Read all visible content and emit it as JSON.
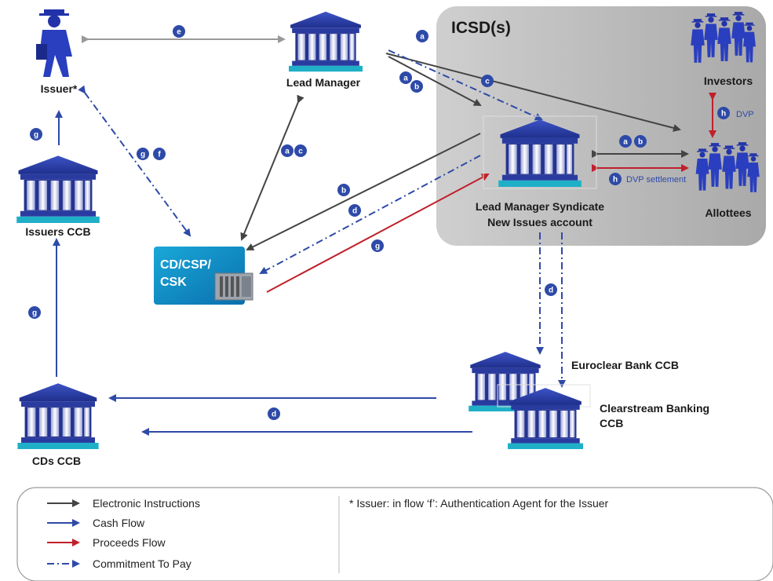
{
  "icsd": {
    "title": "ICSD(s)"
  },
  "nodes": {
    "issuer": "Issuer*",
    "lead_manager": "Lead Manager",
    "syndicate_line1": "Lead Manager Syndicate",
    "syndicate_line2": "New Issues account",
    "investors": "Investors",
    "allottees": "Allottees",
    "issuers_ccb": "Issuers CCB",
    "cd_line1": "CD/CSP/",
    "cd_line2": "CSK",
    "cds_ccb": "CDs CCB",
    "euroclear": "Euroclear Bank CCB",
    "clearstream_line1": "Clearstream Banking",
    "clearstream_line2": "CCB"
  },
  "badges": {
    "e": "e",
    "a1": "a",
    "a2": "a",
    "b2": "b",
    "c1": "c",
    "a3": "a",
    "c2": "c",
    "g1": "g",
    "f1": "f",
    "g2": "g",
    "b3": "b",
    "d1": "d",
    "g3": "g",
    "a4": "a",
    "b4": "b",
    "h1": "h",
    "h2": "h",
    "d2": "d",
    "g4": "g",
    "d3": "d"
  },
  "notes": {
    "dvp": "DVP",
    "dvp_settlement": "DVP settlement"
  },
  "legend": {
    "items": [
      {
        "label": "Electronic Instructions",
        "color": "#444444",
        "style": "solid"
      },
      {
        "label": "Cash Flow",
        "color": "#2e4aa8",
        "style": "solid"
      },
      {
        "label": "Proceeds Flow",
        "color": "#c0202a",
        "style": "solid"
      },
      {
        "label": "Commitment To Pay",
        "color": "#2e4aa8",
        "style": "dashdot"
      }
    ],
    "footnote": "* Issuer: in flow ‘f’: Authentication Agent for the Issuer"
  },
  "colors": {
    "dark": "#444444",
    "cash": "#2e4aa8",
    "proceeds": "#c0202a",
    "grey": "#999999",
    "icsd_bg": "#b3b3b3"
  }
}
